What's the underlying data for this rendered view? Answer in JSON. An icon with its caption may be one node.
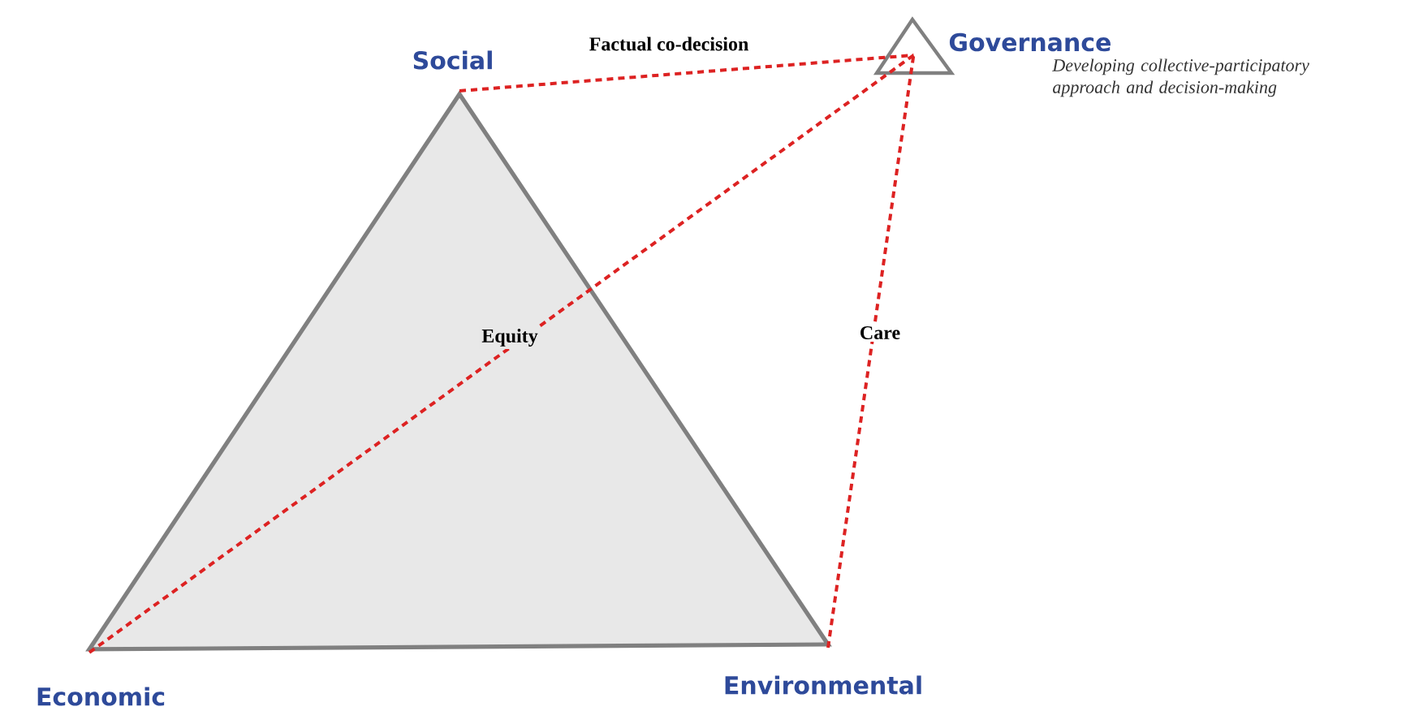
{
  "diagram": {
    "nodes": [
      {
        "text": [
          "Social"
        ]
      },
      {
        "text": [
          "Economic"
        ]
      },
      {
        "text": [
          "Environmental"
        ]
      },
      {
        "text": [
          "Governance"
        ]
      }
    ],
    "edges": [
      {
        "from": 0,
        "to": 3,
        "arrow": "none",
        "label": "Factual co-decision",
        "style": "dashed"
      },
      {
        "from": 1,
        "to": 3,
        "arrow": "none",
        "label": "Equity",
        "style": "dashed"
      },
      {
        "from": 2,
        "to": 3,
        "arrow": "none",
        "label": "Care",
        "style": "dashed"
      }
    ],
    "labels": [
      "Developing collective-participatory approach and decision-making"
    ]
  }
}
